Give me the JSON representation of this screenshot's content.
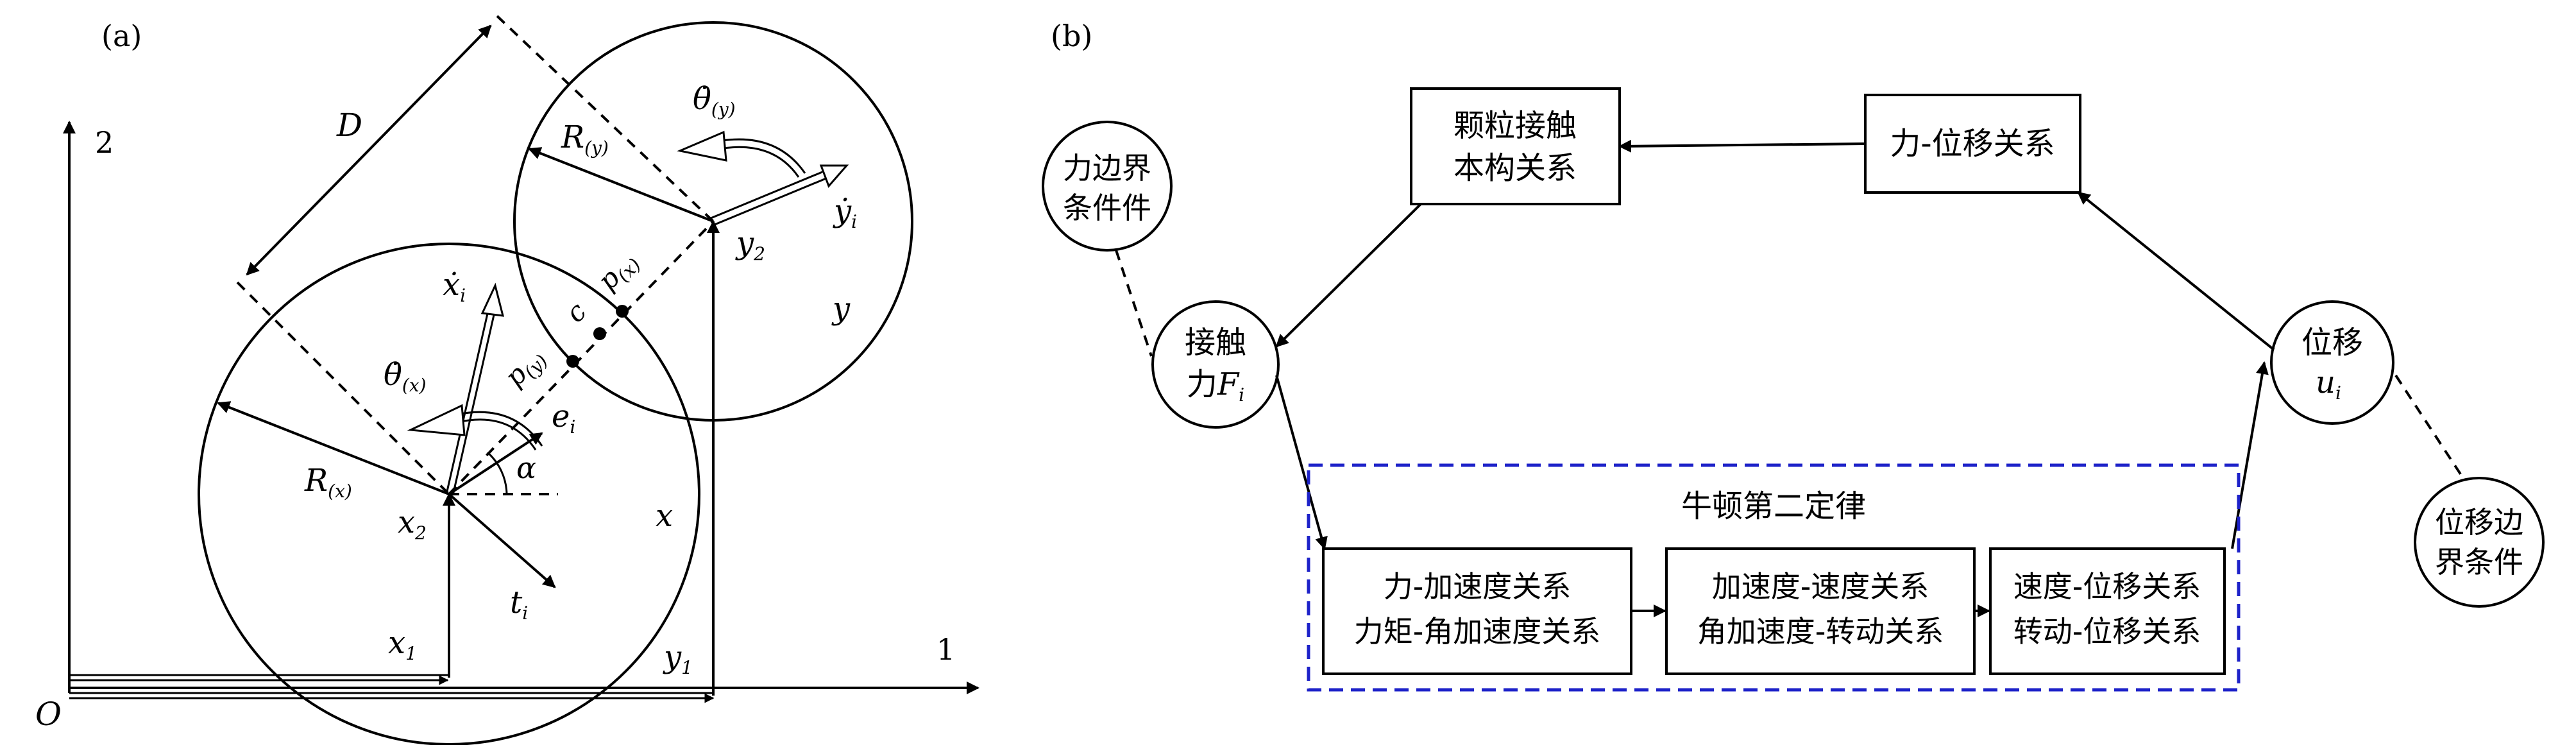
{
  "panel_a": {
    "tag": "(a)",
    "origin": "O",
    "axis_1": "1",
    "axis_2": "2",
    "D": "D",
    "R_y": [
      "R",
      "(y)"
    ],
    "R_x": [
      "R",
      "(x)"
    ],
    "theta_y": [
      "θ̇",
      "(y)"
    ],
    "theta_x": [
      "θ̇",
      "(x)"
    ],
    "y_dot_i": [
      "ẏ",
      "i"
    ],
    "x_dot_i": [
      "ẋ",
      "i"
    ],
    "y2": [
      "y",
      "2"
    ],
    "x2": [
      "x",
      "2"
    ],
    "x1": [
      "x",
      "1"
    ],
    "y1": [
      "y",
      "1"
    ],
    "p_x": [
      "p",
      "(x)"
    ],
    "p_y": [
      "p",
      "(y)"
    ],
    "c": "c",
    "e_i": [
      "e",
      "i"
    ],
    "t_i": [
      "t",
      "i"
    ],
    "alpha": "α",
    "y": "y",
    "x": "x"
  },
  "panel_b": {
    "tag": "(b)",
    "contact_model": [
      "颗粒接触",
      "本构关系"
    ],
    "force_disp": "力-位移关系",
    "force_boundary": [
      "力边界",
      "条件件"
    ],
    "contact_force": [
      "接触",
      "力",
      "F",
      "i"
    ],
    "displacement": [
      "位移",
      "u",
      "i"
    ],
    "disp_boundary": [
      "位移边",
      "界条件"
    ],
    "newton_title": "牛顿第二定律",
    "box1": [
      "力-加速度关系",
      "力矩-角加速度关系"
    ],
    "box2": [
      "加速度-速度关系",
      "角加速度-转动关系"
    ],
    "box3": [
      "速度-位移关系",
      "转动-位移关系"
    ]
  },
  "colors": {
    "line": "#000000",
    "dashed_box": "#1d22c9"
  }
}
